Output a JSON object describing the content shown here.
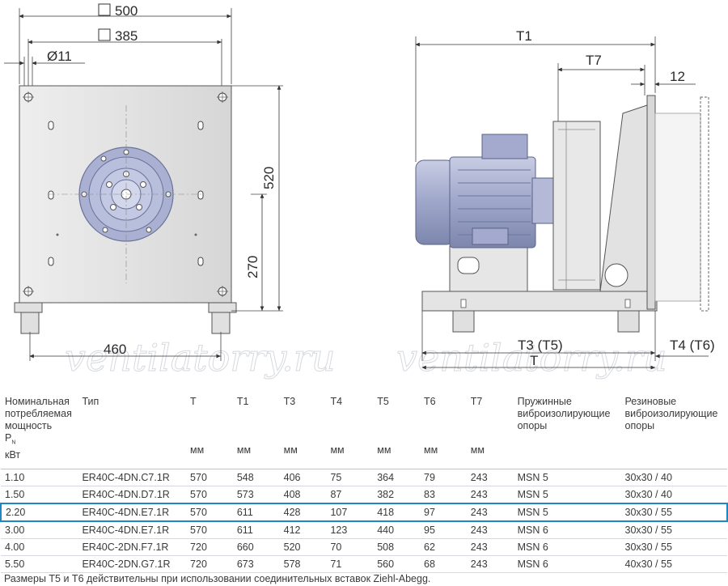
{
  "drawing": {
    "front_view": {
      "dim_500": "500",
      "dim_385": "385",
      "dim_d11": "Ø11",
      "dim_520": "520",
      "dim_270": "270",
      "dim_460": "460"
    },
    "side_view": {
      "dim_T1": "T1",
      "dim_T7": "T7",
      "dim_12": "12",
      "dim_T3T5": "T3 (T5)",
      "dim_T": "T",
      "dim_T4T6": "T4 (T6)"
    },
    "watermarks": [
      "ventilatorry.ru",
      "ventilatorry.ru"
    ]
  },
  "table": {
    "headers": {
      "power_line1": "Номинальная",
      "power_line2": "потребляемая",
      "power_line3": "мощность",
      "power_symbol": "P",
      "power_sub": "N",
      "power_unit": "кВт",
      "type": "Тип",
      "T": "T",
      "T1": "T1",
      "T3": "T3",
      "T4": "T4",
      "T5": "T5",
      "T6": "T6",
      "T7": "T7",
      "mm": "мм",
      "spring_line1": "Пружинные",
      "spring_line2": "виброизолирующие",
      "spring_line3": "опоры",
      "rubber_line1": "Резиновые",
      "rubber_line2": "виброизолирующие",
      "rubber_line3": "опоры"
    },
    "rows": [
      [
        "1.10",
        "ER40C-4DN.C7.1R",
        "570",
        "548",
        "406",
        "75",
        "364",
        "79",
        "243",
        "MSN 5",
        "30x30 / 40"
      ],
      [
        "1.50",
        "ER40C-4DN.D7.1R",
        "570",
        "573",
        "408",
        "87",
        "382",
        "83",
        "243",
        "MSN 5",
        "30x30 / 40"
      ],
      [
        "2.20",
        "ER40C-4DN.E7.1R",
        "570",
        "611",
        "428",
        "107",
        "418",
        "97",
        "243",
        "MSN 5",
        "30x30 / 55"
      ],
      [
        "3.00",
        "ER40C-4DN.E7.1R",
        "570",
        "611",
        "412",
        "123",
        "440",
        "95",
        "243",
        "MSN 6",
        "30x30 / 55"
      ],
      [
        "4.00",
        "ER40C-2DN.F7.1R",
        "720",
        "660",
        "520",
        "70",
        "508",
        "62",
        "243",
        "MSN 6",
        "30x30 / 55"
      ],
      [
        "5.50",
        "ER40C-2DN.G7.1R",
        "720",
        "673",
        "578",
        "71",
        "560",
        "68",
        "243",
        "MSN 6",
        "40x30 / 55"
      ]
    ],
    "highlight_color": "#1f86c8"
  },
  "note": "Размеры T5 и T6 действительны при использовании соединительных вставок Ziehl-Abegg."
}
